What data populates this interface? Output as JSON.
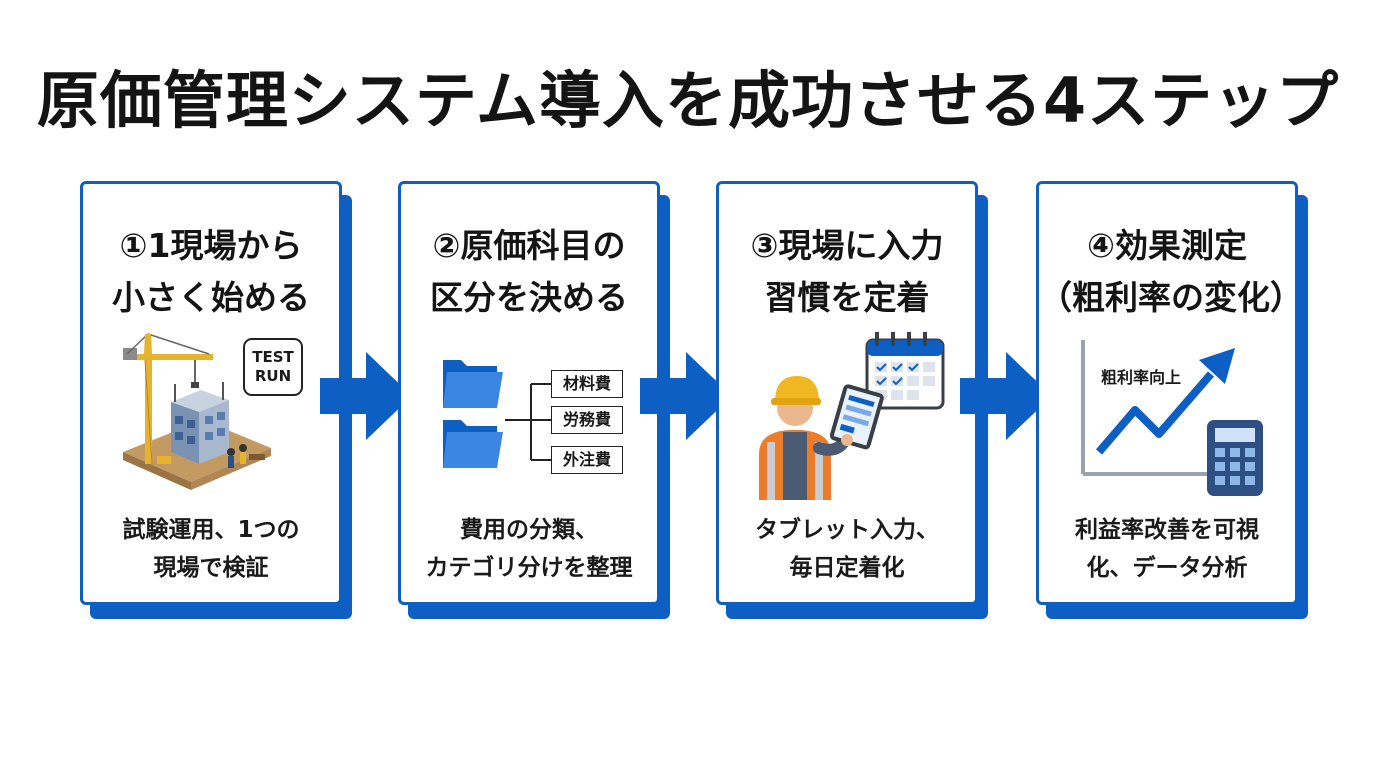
{
  "title": "原価管理システム導入を成功させる4ステップ",
  "colors": {
    "accent": "#0d5fc4",
    "text": "#141414"
  },
  "steps": [
    {
      "heading": [
        "①1現場から",
        "小さく始める"
      ],
      "icon": "construction-site-icon",
      "badge": [
        "TEST",
        "RUN"
      ],
      "desc": [
        "試験運用、1つの",
        "現場で検証"
      ]
    },
    {
      "heading": [
        "②原価科目の",
        "区分を決める"
      ],
      "icon": "folder-tree-icon",
      "categories": [
        "材料費",
        "労務費",
        "外注費"
      ],
      "desc": [
        "費用の分類、",
        "カテゴリ分けを整理"
      ]
    },
    {
      "heading": [
        "③現場に入力",
        "習慣を定着"
      ],
      "icon": "worker-tablet-icon",
      "desc": [
        "タブレット入力、",
        "毎日定着化"
      ]
    },
    {
      "heading": [
        "④効果測定",
        "（粗利率の変化）"
      ],
      "icon": "growth-chart-icon",
      "chart_label": "粗利率向上",
      "desc": [
        "利益率改善を可視",
        "化、データ分析"
      ]
    }
  ]
}
